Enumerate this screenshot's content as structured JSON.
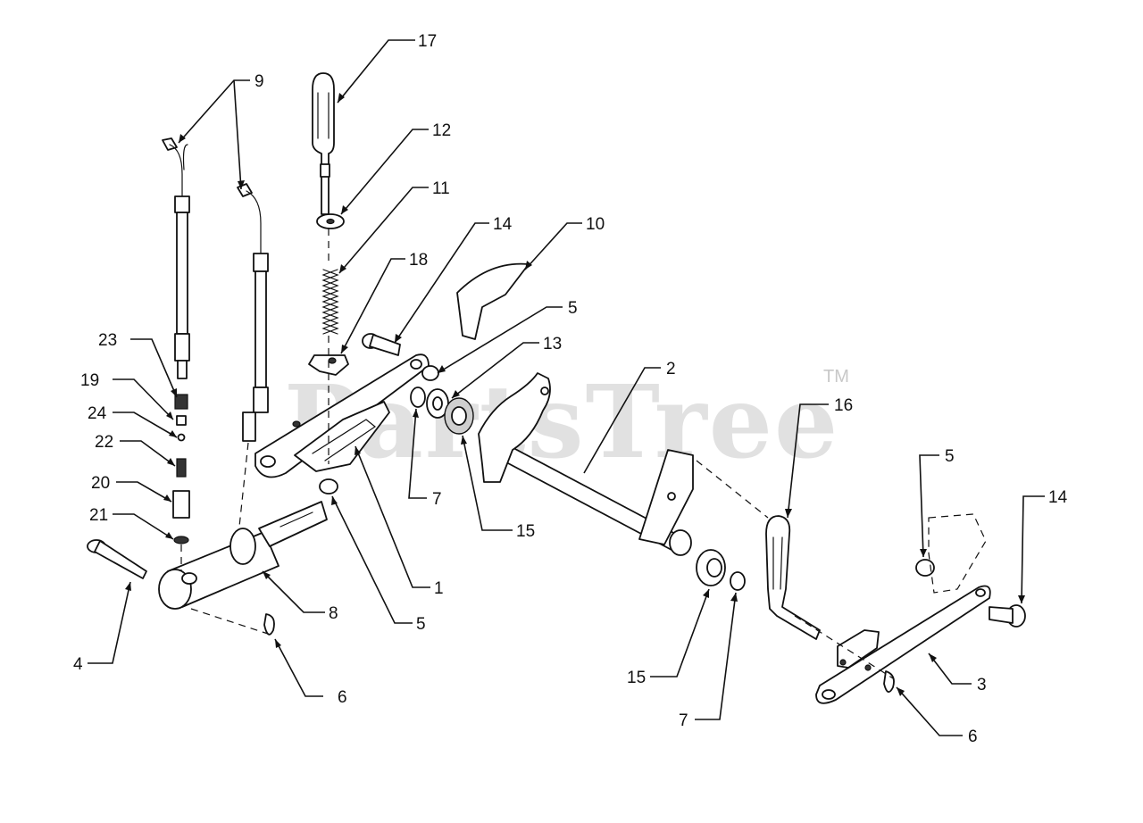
{
  "watermark": {
    "text": "PartsTree",
    "trademark": "TM"
  },
  "callouts": [
    {
      "id": "c17",
      "label": "17"
    },
    {
      "id": "c9",
      "label": "9"
    },
    {
      "id": "c12",
      "label": "12"
    },
    {
      "id": "c11",
      "label": "11"
    },
    {
      "id": "c14a",
      "label": "14"
    },
    {
      "id": "c10",
      "label": "10"
    },
    {
      "id": "c18",
      "label": "18"
    },
    {
      "id": "c5a",
      "label": "5"
    },
    {
      "id": "c13",
      "label": "13"
    },
    {
      "id": "c23",
      "label": "23"
    },
    {
      "id": "c2",
      "label": "2"
    },
    {
      "id": "c19",
      "label": "19"
    },
    {
      "id": "c16",
      "label": "16"
    },
    {
      "id": "c24",
      "label": "24"
    },
    {
      "id": "c22",
      "label": "22"
    },
    {
      "id": "c5b",
      "label": "5"
    },
    {
      "id": "c14b",
      "label": "14"
    },
    {
      "id": "c20",
      "label": "20"
    },
    {
      "id": "c7a",
      "label": "7"
    },
    {
      "id": "c21",
      "label": "21"
    },
    {
      "id": "c15a",
      "label": "15"
    },
    {
      "id": "c1",
      "label": "1"
    },
    {
      "id": "c8",
      "label": "8"
    },
    {
      "id": "c5c",
      "label": "5"
    },
    {
      "id": "c4",
      "label": "4"
    },
    {
      "id": "c15b",
      "label": "15"
    },
    {
      "id": "c3",
      "label": "3"
    },
    {
      "id": "c6a",
      "label": "6"
    },
    {
      "id": "c7b",
      "label": "7"
    },
    {
      "id": "c6b",
      "label": "6"
    }
  ]
}
